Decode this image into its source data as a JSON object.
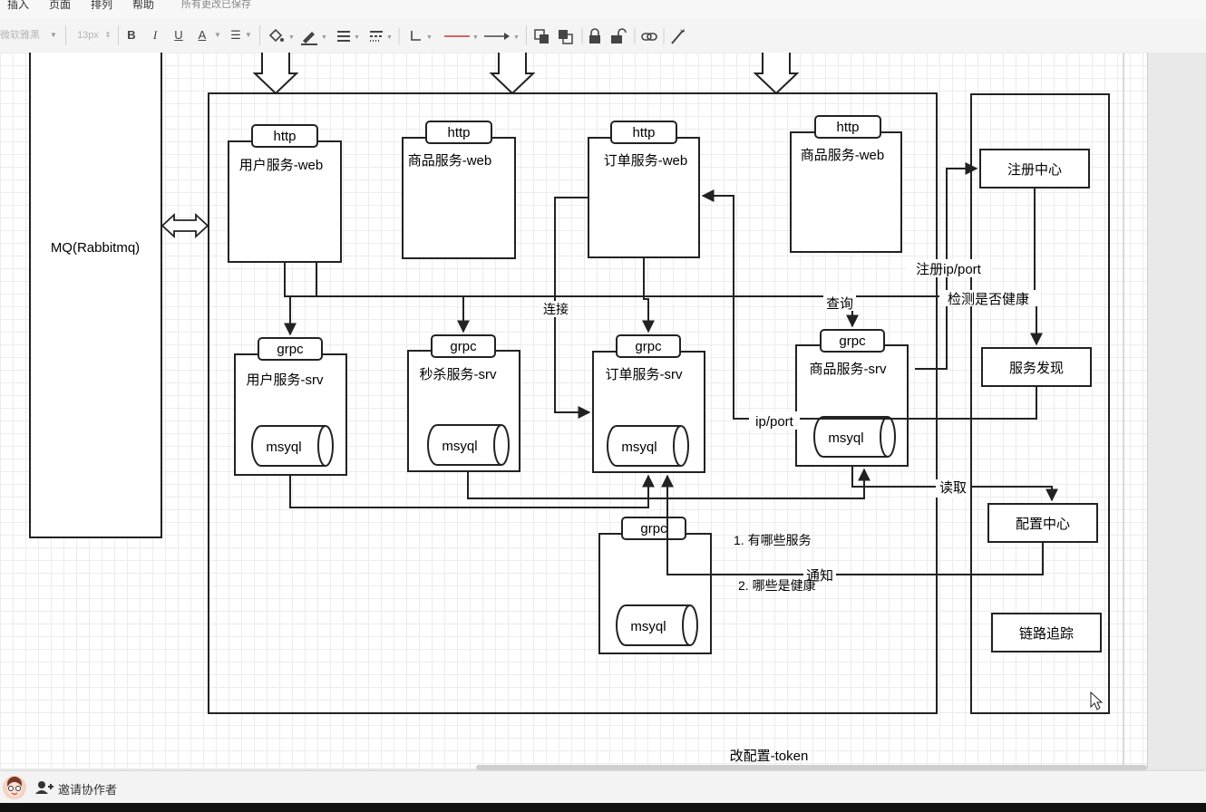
{
  "menu": {
    "items": [
      "插入",
      "页面",
      "排列",
      "帮助"
    ],
    "save_status": "所有更改已保存"
  },
  "toolbar": {
    "font_family": "微软雅黑",
    "font_size": "13px",
    "bold": "B",
    "italic": "I",
    "underline": "U",
    "font_color": "A"
  },
  "diagram": {
    "mq_label": "MQ(Rabbitmq)",
    "web_services": [
      {
        "protocol": "http",
        "name": "用户服务-web"
      },
      {
        "protocol": "http",
        "name": "商品服务-web"
      },
      {
        "protocol": "http",
        "name": "订单服务-web"
      },
      {
        "protocol": "http",
        "name": "商品服务-web"
      }
    ],
    "srv_services": [
      {
        "protocol": "grpc",
        "name": "用户服务-srv",
        "db": "msyql"
      },
      {
        "protocol": "grpc",
        "name": "秒杀服务-srv",
        "db": "msyql"
      },
      {
        "protocol": "grpc",
        "name": "订单服务-srv",
        "db": "msyql"
      },
      {
        "protocol": "grpc",
        "name": "商品服务-srv",
        "db": "msyql"
      },
      {
        "protocol": "grpc",
        "name": "",
        "db": "msyql"
      }
    ],
    "infra": {
      "registry": "注册中心",
      "discovery": "服务发现",
      "config": "配置中心",
      "tracing": "链路追踪"
    },
    "labels": {
      "register": "注册ip/port",
      "health": "检测是否健康",
      "query": "查询",
      "connect": "连接",
      "ipport": "ip/port",
      "read": "读取",
      "notify": "通知",
      "note1": "1. 有哪些服务",
      "note2": "2. 哪些是健康",
      "bottom": "改配置-token"
    }
  },
  "bottom": {
    "invite": "邀请协作者"
  }
}
